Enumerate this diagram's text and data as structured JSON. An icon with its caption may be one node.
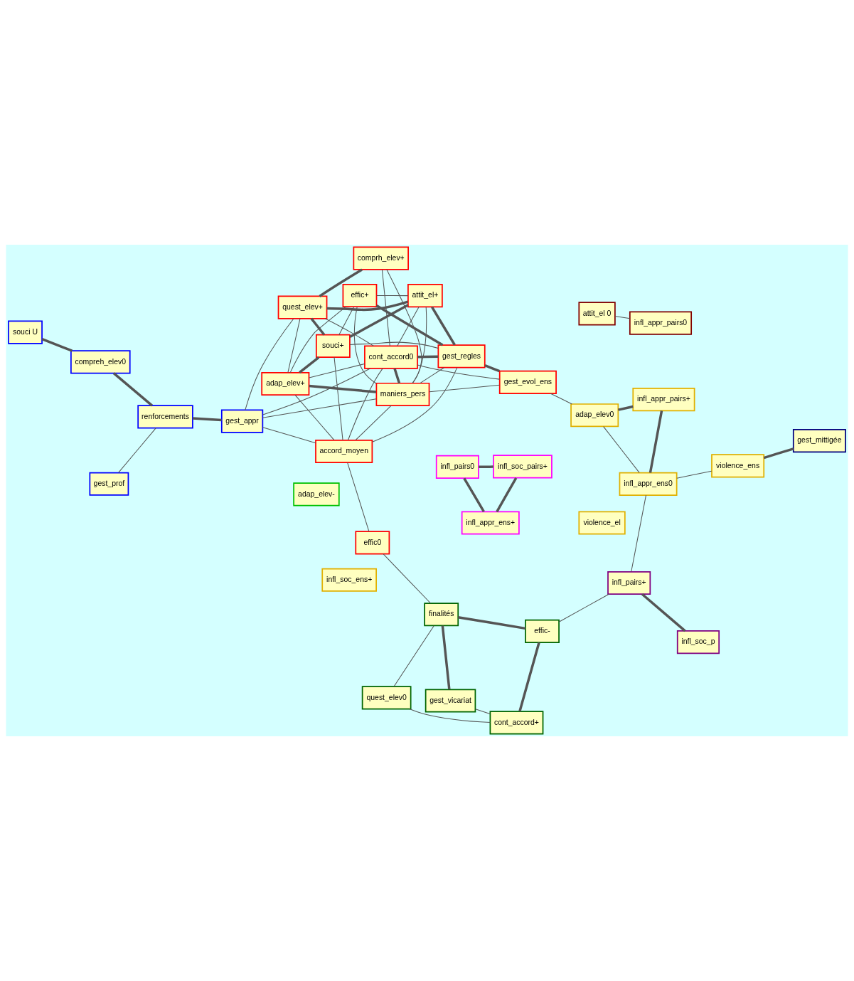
{
  "diagram": {
    "nodes": [
      {
        "text": [
          "souci U"
        ]
      },
      {
        "text": [
          "compreh_elev0"
        ]
      },
      {
        "text": [
          "gest_prof"
        ]
      },
      {
        "text": [
          "renforcements"
        ]
      },
      {
        "text": [
          "gest_appr"
        ]
      },
      {
        "text": [
          "quest_elev0"
        ]
      },
      {
        "text": [
          "cont_accord+"
        ]
      },
      {
        "text": [
          "gest_vicariat"
        ]
      },
      {
        "text": [
          "finalités"
        ]
      },
      {
        "text": [
          "effic-"
        ]
      },
      {
        "text": [
          "effic0"
        ]
      },
      {
        "text": [
          "accord_moyen"
        ]
      },
      {
        "text": [
          "comprh_elev+"
        ]
      },
      {
        "text": [
          "quest_elev+"
        ]
      },
      {
        "text": [
          "souci+"
        ]
      },
      {
        "text": [
          "maniers_pers"
        ]
      },
      {
        "text": [
          "attit_el+"
        ]
      },
      {
        "text": [
          "adap_elev+"
        ]
      },
      {
        "text": [
          "cont_accord0"
        ]
      },
      {
        "text": [
          "gest_regles"
        ]
      },
      {
        "text": [
          "effic+"
        ]
      },
      {
        "text": [
          "gest_evol_ens"
        ]
      },
      {
        "text": [
          "infl_soc_p"
        ]
      },
      {
        "text": [
          "infl_pairs+"
        ]
      },
      {
        "text": [
          "violence_el"
        ]
      },
      {
        "text": [
          "adap_elev0"
        ]
      },
      {
        "text": [
          "infl_appr_pairs+"
        ]
      },
      {
        "text": [
          "infl_appr_ens0"
        ]
      },
      {
        "text": [
          "infl_soc_ens+"
        ]
      },
      {
        "text": [
          "violence_ens"
        ]
      },
      {
        "text": [
          "gest_mittigée"
        ]
      },
      {
        "text": [
          "attit_el 0"
        ]
      },
      {
        "text": [
          "infl_appr_pairs0"
        ]
      },
      {
        "text": [
          "adap_elev-"
        ]
      },
      {
        "text": [
          "infl_pairs0"
        ]
      },
      {
        "text": [
          "infl_soc_pairs+"
        ]
      },
      {
        "text": [
          "infl_appr_ens+"
        ]
      }
    ],
    "edges": [
      {
        "from": 0,
        "to": 1,
        "arrow": "none",
        "style": "thick"
      },
      {
        "from": 1,
        "to": 3,
        "arrow": "none",
        "style": "thick"
      },
      {
        "from": 3,
        "to": 2,
        "arrow": "none"
      },
      {
        "from": 3,
        "to": 4,
        "arrow": "none",
        "style": "thick"
      },
      {
        "from": 4,
        "to": 13,
        "arrow": "none"
      },
      {
        "from": 4,
        "to": 11,
        "arrow": "none"
      },
      {
        "from": 4,
        "to": 18,
        "arrow": "none"
      },
      {
        "from": 4,
        "to": 15,
        "arrow": "none"
      },
      {
        "from": 5,
        "to": 6,
        "arrow": "none"
      },
      {
        "from": 5,
        "to": 8,
        "arrow": "none"
      },
      {
        "from": 6,
        "to": 9,
        "arrow": "none",
        "style": "thick"
      },
      {
        "from": 6,
        "to": 7,
        "arrow": "none"
      },
      {
        "from": 7,
        "to": 8,
        "arrow": "none",
        "style": "thick"
      },
      {
        "from": 9,
        "to": 8,
        "arrow": "none",
        "style": "thick"
      },
      {
        "from": 8,
        "to": 10,
        "arrow": "none"
      },
      {
        "from": 10,
        "to": 11,
        "arrow": "none"
      },
      {
        "from": 9,
        "to": 23,
        "arrow": "none"
      },
      {
        "from": 22,
        "to": 23,
        "arrow": "none",
        "style": "thick"
      },
      {
        "from": 23,
        "to": 27,
        "arrow": "none"
      },
      {
        "from": 11,
        "to": 14,
        "arrow": "none"
      },
      {
        "from": 11,
        "to": 15,
        "arrow": "none"
      },
      {
        "from": 11,
        "to": 17,
        "arrow": "none"
      },
      {
        "from": 11,
        "to": 18,
        "arrow": "none"
      },
      {
        "from": 11,
        "to": 19,
        "arrow": "none"
      },
      {
        "from": 12,
        "to": 13,
        "arrow": "none",
        "style": "thick"
      },
      {
        "from": 12,
        "to": 15,
        "arrow": "none"
      },
      {
        "from": 12,
        "to": 18,
        "arrow": "none"
      },
      {
        "from": 13,
        "to": 14,
        "arrow": "none",
        "style": "thick"
      },
      {
        "from": 13,
        "to": 16,
        "arrow": "none",
        "style": "thick"
      },
      {
        "from": 13,
        "to": 17,
        "arrow": "none"
      },
      {
        "from": 13,
        "to": 18,
        "arrow": "none"
      },
      {
        "from": 14,
        "to": 16,
        "arrow": "none",
        "style": "thick"
      },
      {
        "from": 14,
        "to": 17,
        "arrow": "none",
        "style": "thick"
      },
      {
        "from": 14,
        "to": 20,
        "arrow": "none"
      },
      {
        "from": 14,
        "to": 19,
        "arrow": "none"
      },
      {
        "from": 15,
        "to": 18,
        "arrow": "none",
        "style": "thick"
      },
      {
        "from": 15,
        "to": 19,
        "arrow": "none"
      },
      {
        "from": 15,
        "to": 17,
        "arrow": "none",
        "style": "thick"
      },
      {
        "from": 15,
        "to": 16,
        "arrow": "none"
      },
      {
        "from": 15,
        "to": 20,
        "arrow": "none"
      },
      {
        "from": 15,
        "to": 21,
        "arrow": "none"
      },
      {
        "from": 16,
        "to": 18,
        "arrow": "none"
      },
      {
        "from": 16,
        "to": 19,
        "arrow": "none",
        "style": "thick"
      },
      {
        "from": 16,
        "to": 20,
        "arrow": "none"
      },
      {
        "from": 17,
        "to": 18,
        "arrow": "none"
      },
      {
        "from": 17,
        "to": 20,
        "arrow": "none"
      },
      {
        "from": 18,
        "to": 19,
        "arrow": "none",
        "style": "thick"
      },
      {
        "from": 19,
        "to": 20,
        "arrow": "none",
        "style": "thick"
      },
      {
        "from": 19,
        "to": 21,
        "arrow": "none",
        "style": "thick"
      },
      {
        "from": 18,
        "to": 21,
        "arrow": "none"
      },
      {
        "from": 21,
        "to": 25,
        "arrow": "none"
      },
      {
        "from": 25,
        "to": 26,
        "arrow": "none",
        "style": "thick"
      },
      {
        "from": 25,
        "to": 27,
        "arrow": "none"
      },
      {
        "from": 26,
        "to": 27,
        "arrow": "none",
        "style": "thick"
      },
      {
        "from": 27,
        "to": 29,
        "arrow": "none"
      },
      {
        "from": 29,
        "to": 30,
        "arrow": "none",
        "style": "thick"
      },
      {
        "from": 31,
        "to": 32,
        "arrow": "none"
      },
      {
        "from": 34,
        "to": 35,
        "arrow": "none",
        "style": "thick"
      },
      {
        "from": 35,
        "to": 36,
        "arrow": "none",
        "style": "thick"
      },
      {
        "from": 34,
        "to": 36,
        "arrow": "none",
        "style": "thick"
      }
    ]
  }
}
